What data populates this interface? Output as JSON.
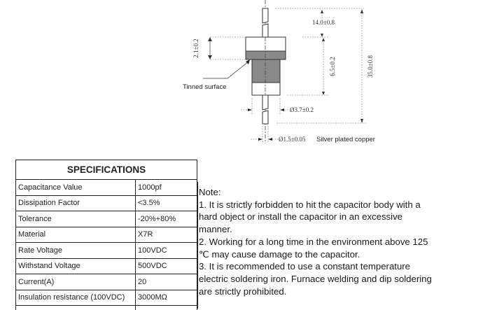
{
  "diagram": {
    "dimensions": {
      "total_length": "35.0±0.8",
      "lead_length": "14.0±0.8",
      "body_length": "6.5±0.2",
      "cap_length": "2.1±0.2",
      "body_diameter": "Ø3.7±0.2",
      "lead_diameter": "Ø1.5±0.05"
    },
    "labels": {
      "tinned_surface": "Tinned surface",
      "lead_material": "Silver plated copper"
    }
  },
  "specifications": {
    "title": "SPECIFICATIONS",
    "rows": [
      {
        "key": "Capacitance Value",
        "value": "1000pf"
      },
      {
        "key": "Dissipation Factor",
        "value": "<3.5%"
      },
      {
        "key": "Tolerance",
        "value": "-20%+80%"
      },
      {
        "key": "Material",
        "value": "X7R"
      },
      {
        "key": "Rate Voltage",
        "value": "100VDC"
      },
      {
        "key": "Withstand Voltage",
        "value": "500VDC"
      },
      {
        "key": "Current(A)",
        "value": "20"
      },
      {
        "key": "Insulation resistance (100VDC)",
        "value": "3000MΩ"
      }
    ]
  },
  "notes": {
    "heading": "Note:",
    "lines": [
      "1. It is strictly forbidden to hit the capacitor body with a",
      "hard object or install the capacitor in an excessive",
      "manner.",
      "2. Working for a long time in the environment above 125",
      "℃ may cause damage to the capacitor.",
      "3. It is recommended to use a constant temperature",
      "electric soldering iron. Furnace welding and dip soldering",
      "are strictly prohibited."
    ]
  }
}
